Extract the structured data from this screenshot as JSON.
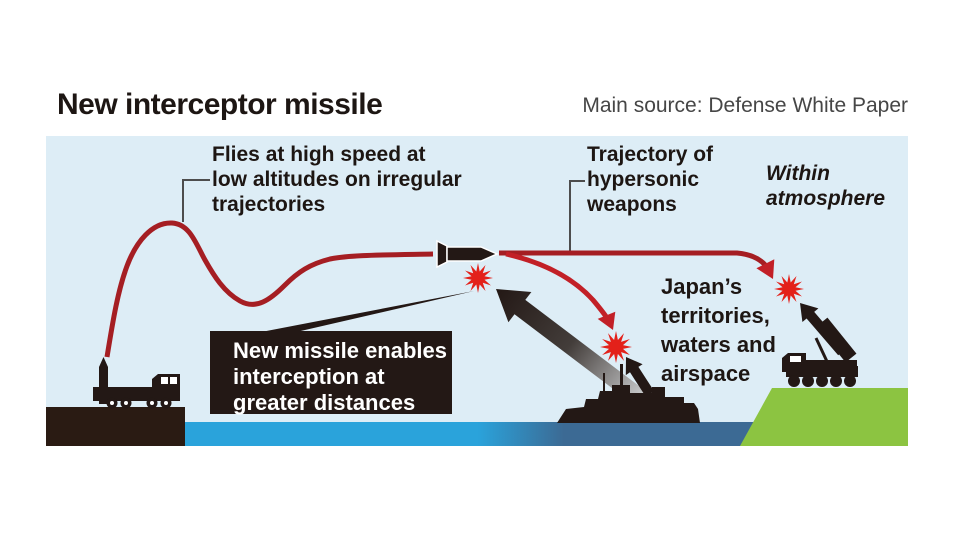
{
  "header": {
    "title": "New interceptor missile",
    "source": "Main source: Defense White Paper"
  },
  "diagram": {
    "labels": {
      "flies": "Flies at high speed at\nlow altitudes on irregular\ntrajectories",
      "hypersonic": "Trajectory of\nhypersonic\nweapons",
      "within": "Within\natmosphere",
      "japan": "Japan’s\nterritories,\nwaters and\nairspace",
      "callout": "New missile enables\ninterception at\ngreater distances"
    },
    "icons": {
      "launch_truck": "launch-truck-icon",
      "interceptor_missile": "interceptor-missile-icon",
      "destroyer_ship": "destroyer-ship-icon",
      "missile_launcher": "missile-launcher-icon",
      "explosion_burst": "explosion-burst-icon"
    },
    "colors": {
      "trajectory_red": "#a51e23",
      "arrow_red": "#c22027",
      "burst_red": "#e3211a",
      "ink": "#231815",
      "sky": "#ddedf6",
      "water_near": "#2aa3db",
      "water_far": "#3c6a94",
      "land_green": "#8cc441",
      "ground_dark": "#2a1b13"
    }
  }
}
